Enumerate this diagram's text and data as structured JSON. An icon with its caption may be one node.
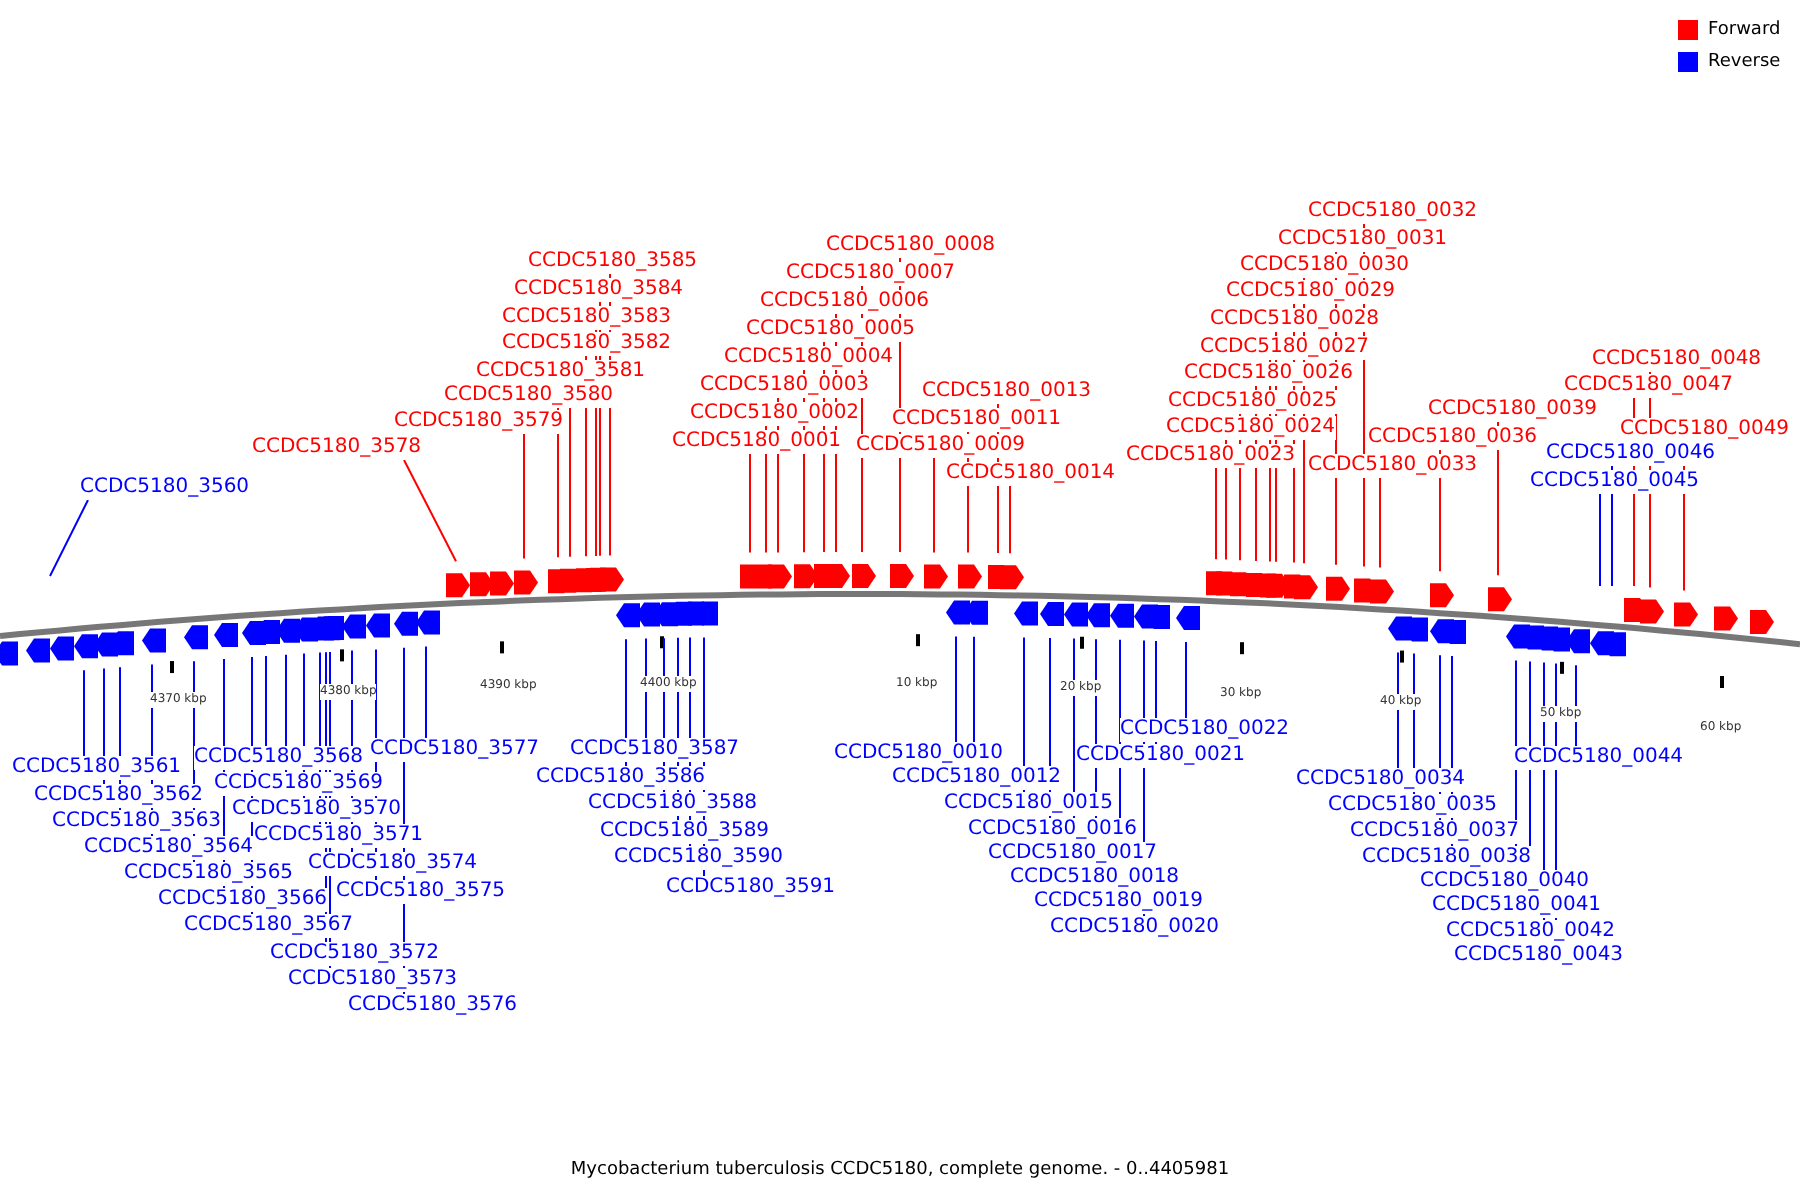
{
  "diagram": {
    "caption": "Mycobacterium tuberculosis CCDC5180, complete genome. - 0..4405981",
    "nodes": [
      {
        "text": [
          "CCDC5180_3560"
        ]
      },
      {
        "text": [
          "CCDC5180_3561"
        ]
      },
      {
        "text": [
          "CCDC5180_3562"
        ]
      },
      {
        "text": [
          "CCDC5180_3563"
        ]
      },
      {
        "text": [
          "CCDC5180_3564"
        ]
      },
      {
        "text": [
          "CCDC5180_3565"
        ]
      },
      {
        "text": [
          "CCDC5180_3566"
        ]
      },
      {
        "text": [
          "CCDC5180_3567"
        ]
      },
      {
        "text": [
          "CCDC5180_3568"
        ]
      },
      {
        "text": [
          "CCDC5180_3569"
        ]
      },
      {
        "text": [
          "CCDC5180_3570"
        ]
      },
      {
        "text": [
          "CCDC5180_3571"
        ]
      },
      {
        "text": [
          "CCDC5180_3572"
        ]
      },
      {
        "text": [
          "CCDC5180_3573"
        ]
      },
      {
        "text": [
          "CCDC5180_3574"
        ]
      },
      {
        "text": [
          "CCDC5180_3575"
        ]
      },
      {
        "text": [
          "CCDC5180_3576"
        ]
      },
      {
        "text": [
          "CCDC5180_3577"
        ]
      },
      {
        "text": [
          "CCDC5180_3578"
        ]
      },
      {
        "text": [
          "CCDC5180_3579"
        ]
      },
      {
        "text": [
          "CCDC5180_3580"
        ]
      },
      {
        "text": [
          "CCDC5180_3581"
        ]
      },
      {
        "text": [
          "CCDC5180_3582"
        ]
      },
      {
        "text": [
          "CCDC5180_3583"
        ]
      },
      {
        "text": [
          "CCDC5180_3584"
        ]
      },
      {
        "text": [
          "CCDC5180_3585"
        ]
      },
      {
        "text": [
          "CCDC5180_3586"
        ]
      },
      {
        "text": [
          "CCDC5180_3587"
        ]
      },
      {
        "text": [
          "CCDC5180_3588"
        ]
      },
      {
        "text": [
          "CCDC5180_3589"
        ]
      },
      {
        "text": [
          "CCDC5180_3590"
        ]
      },
      {
        "text": [
          "CCDC5180_3591"
        ]
      },
      {
        "text": [
          "CCDC5180_0001"
        ]
      },
      {
        "text": [
          "CCDC5180_0002"
        ]
      },
      {
        "text": [
          "CCDC5180_0003"
        ]
      },
      {
        "text": [
          "CCDC5180_0004"
        ]
      },
      {
        "text": [
          "CCDC5180_0005"
        ]
      },
      {
        "text": [
          "CCDC5180_0006"
        ]
      },
      {
        "text": [
          "CCDC5180_0007"
        ]
      },
      {
        "text": [
          "CCDC5180_0008"
        ]
      },
      {
        "text": [
          "CCDC5180_0009"
        ]
      },
      {
        "text": [
          "CCDC5180_0010"
        ]
      },
      {
        "text": [
          "CCDC5180_0011"
        ]
      },
      {
        "text": [
          "CCDC5180_0012"
        ]
      },
      {
        "text": [
          "CCDC5180_0013"
        ]
      },
      {
        "text": [
          "CCDC5180_0014"
        ]
      },
      {
        "text": [
          "CCDC5180_0015"
        ]
      },
      {
        "text": [
          "CCDC5180_0016"
        ]
      },
      {
        "text": [
          "CCDC5180_0017"
        ]
      },
      {
        "text": [
          "CCDC5180_0018"
        ]
      },
      {
        "text": [
          "CCDC5180_0019"
        ]
      },
      {
        "text": [
          "CCDC5180_0020"
        ]
      },
      {
        "text": [
          "CCDC5180_0021"
        ]
      },
      {
        "text": [
          "CCDC5180_0022"
        ]
      },
      {
        "text": [
          "CCDC5180_0023"
        ]
      },
      {
        "text": [
          "CCDC5180_0024"
        ]
      },
      {
        "text": [
          "CCDC5180_0025"
        ]
      },
      {
        "text": [
          "CCDC5180_0026"
        ]
      },
      {
        "text": [
          "CCDC5180_0027"
        ]
      },
      {
        "text": [
          "CCDC5180_0028"
        ]
      },
      {
        "text": [
          "CCDC5180_0029"
        ]
      },
      {
        "text": [
          "CCDC5180_0030"
        ]
      },
      {
        "text": [
          "CCDC5180_0031"
        ]
      },
      {
        "text": [
          "CCDC5180_0032"
        ]
      },
      {
        "text": [
          "CCDC5180_0033"
        ]
      },
      {
        "text": [
          "CCDC5180_0034"
        ]
      },
      {
        "text": [
          "CCDC5180_0035"
        ]
      },
      {
        "text": [
          "CCDC5180_0036"
        ]
      },
      {
        "text": [
          "CCDC5180_0037"
        ]
      },
      {
        "text": [
          "CCDC5180_0038"
        ]
      },
      {
        "text": [
          "CCDC5180_0039"
        ]
      },
      {
        "text": [
          "CCDC5180_0040"
        ]
      },
      {
        "text": [
          "CCDC5180_0041"
        ]
      },
      {
        "text": [
          "CCDC5180_0042"
        ]
      },
      {
        "text": [
          "CCDC5180_0043"
        ]
      },
      {
        "text": [
          "CCDC5180_0044"
        ]
      },
      {
        "text": [
          "CCDC5180_0045"
        ]
      },
      {
        "text": [
          "CCDC5180_0046"
        ]
      },
      {
        "text": [
          "CCDC5180_0047"
        ]
      },
      {
        "text": [
          "CCDC5180_0048"
        ]
      },
      {
        "text": [
          "CCDC5180_0049"
        ]
      }
    ],
    "edges": [
      {
        "from": 0,
        "to": null,
        "arrow": "none"
      },
      {
        "from": 1,
        "to": null,
        "arrow": "none"
      },
      {
        "from": 2,
        "to": null,
        "arrow": "none"
      },
      {
        "from": 3,
        "to": null,
        "arrow": "none"
      },
      {
        "from": 4,
        "to": null,
        "arrow": "none"
      },
      {
        "from": 5,
        "to": null,
        "arrow": "none"
      },
      {
        "from": 6,
        "to": null,
        "arrow": "none"
      },
      {
        "from": 7,
        "to": null,
        "arrow": "none"
      },
      {
        "from": 8,
        "to": null,
        "arrow": "none"
      },
      {
        "from": 9,
        "to": null,
        "arrow": "none"
      },
      {
        "from": 10,
        "to": null,
        "arrow": "none"
      },
      {
        "from": 11,
        "to": null,
        "arrow": "none"
      },
      {
        "from": 12,
        "to": null,
        "arrow": "none"
      },
      {
        "from": 13,
        "to": null,
        "arrow": "none"
      },
      {
        "from": 14,
        "to": null,
        "arrow": "none"
      },
      {
        "from": 15,
        "to": null,
        "arrow": "none"
      },
      {
        "from": 16,
        "to": null,
        "arrow": "none"
      },
      {
        "from": 17,
        "to": null,
        "arrow": "none"
      },
      {
        "from": 18,
        "to": null,
        "arrow": "none",
        "color": "#ff0000"
      },
      {
        "from": 19,
        "to": null,
        "arrow": "none",
        "color": "#ff0000"
      },
      {
        "from": 20,
        "to": null,
        "arrow": "none",
        "color": "#ff0000"
      },
      {
        "from": 21,
        "to": null,
        "arrow": "none",
        "color": "#ff0000"
      },
      {
        "from": 22,
        "to": null,
        "arrow": "none",
        "color": "#ff0000"
      },
      {
        "from": 23,
        "to": null,
        "arrow": "none",
        "color": "#ff0000"
      },
      {
        "from": 24,
        "to": null,
        "arrow": "none",
        "color": "#ff0000"
      },
      {
        "from": 25,
        "to": null,
        "arrow": "none",
        "color": "#ff0000"
      },
      {
        "from": 26,
        "to": null,
        "arrow": "none"
      },
      {
        "from": 27,
        "to": null,
        "arrow": "none"
      },
      {
        "from": 28,
        "to": null,
        "arrow": "none"
      },
      {
        "from": 29,
        "to": null,
        "arrow": "none"
      },
      {
        "from": 30,
        "to": null,
        "arrow": "none"
      },
      {
        "from": 31,
        "to": null,
        "arrow": "none"
      },
      {
        "from": 32,
        "to": null,
        "arrow": "none",
        "color": "#ff0000"
      },
      {
        "from": 33,
        "to": null,
        "arrow": "none",
        "color": "#ff0000"
      },
      {
        "from": 34,
        "to": null,
        "arrow": "none",
        "color": "#ff0000"
      },
      {
        "from": 35,
        "to": null,
        "arrow": "none",
        "color": "#ff0000"
      },
      {
        "from": 36,
        "to": null,
        "arrow": "none",
        "color": "#ff0000"
      },
      {
        "from": 37,
        "to": null,
        "arrow": "none",
        "color": "#ff0000"
      },
      {
        "from": 38,
        "to": null,
        "arrow": "none",
        "color": "#ff0000"
      },
      {
        "from": 39,
        "to": null,
        "arrow": "none",
        "color": "#ff0000"
      },
      {
        "from": 40,
        "to": null,
        "arrow": "none",
        "color": "#ff0000"
      },
      {
        "from": 41,
        "to": null,
        "arrow": "none"
      },
      {
        "from": 42,
        "to": null,
        "arrow": "none",
        "color": "#ff0000"
      },
      {
        "from": 43,
        "to": null,
        "arrow": "none"
      },
      {
        "from": 44,
        "to": null,
        "arrow": "none",
        "color": "#ff0000"
      },
      {
        "from": 45,
        "to": null,
        "arrow": "none",
        "color": "#ff0000"
      },
      {
        "from": 46,
        "to": null,
        "arrow": "none"
      },
      {
        "from": 47,
        "to": null,
        "arrow": "none"
      },
      {
        "from": 48,
        "to": null,
        "arrow": "none"
      },
      {
        "from": 49,
        "to": null,
        "arrow": "none"
      },
      {
        "from": 50,
        "to": null,
        "arrow": "none"
      },
      {
        "from": 51,
        "to": null,
        "arrow": "none"
      },
      {
        "from": 52,
        "to": null,
        "arrow": "none"
      },
      {
        "from": 53,
        "to": null,
        "arrow": "none"
      },
      {
        "from": 54,
        "to": null,
        "arrow": "none",
        "color": "#ff0000"
      },
      {
        "from": 55,
        "to": null,
        "arrow": "none",
        "color": "#ff0000"
      },
      {
        "from": 56,
        "to": null,
        "arrow": "none",
        "color": "#ff0000"
      },
      {
        "from": 57,
        "to": null,
        "arrow": "none",
        "color": "#ff0000"
      },
      {
        "from": 58,
        "to": null,
        "arrow": "none",
        "color": "#ff0000"
      },
      {
        "from": 59,
        "to": null,
        "arrow": "none",
        "color": "#ff0000"
      },
      {
        "from": 60,
        "to": null,
        "arrow": "none",
        "color": "#ff0000"
      },
      {
        "from": 61,
        "to": null,
        "arrow": "none",
        "color": "#ff0000"
      },
      {
        "from": 62,
        "to": null,
        "arrow": "none",
        "color": "#ff0000"
      },
      {
        "from": 63,
        "to": null,
        "arrow": "none",
        "color": "#ff0000"
      },
      {
        "from": 64,
        "to": null,
        "arrow": "none",
        "color": "#ff0000"
      },
      {
        "from": 65,
        "to": null,
        "arrow": "none"
      },
      {
        "from": 66,
        "to": null,
        "arrow": "none"
      },
      {
        "from": 67,
        "to": null,
        "arrow": "none",
        "color": "#ff0000"
      },
      {
        "from": 68,
        "to": null,
        "arrow": "none"
      },
      {
        "from": 69,
        "to": null,
        "arrow": "none"
      },
      {
        "from": 70,
        "to": null,
        "arrow": "none",
        "color": "#ff0000"
      },
      {
        "from": 71,
        "to": null,
        "arrow": "none"
      },
      {
        "from": 72,
        "to": null,
        "arrow": "none"
      },
      {
        "from": 73,
        "to": null,
        "arrow": "none"
      },
      {
        "from": 74,
        "to": null,
        "arrow": "none"
      },
      {
        "from": 75,
        "to": null,
        "arrow": "none"
      },
      {
        "from": 76,
        "to": null,
        "arrow": "none"
      },
      {
        "from": 77,
        "to": null,
        "arrow": "none"
      },
      {
        "from": 78,
        "to": null,
        "arrow": "none",
        "color": "#ff0000"
      },
      {
        "from": 79,
        "to": null,
        "arrow": "none",
        "color": "#ff0000"
      },
      {
        "from": 80,
        "to": null,
        "arrow": "none",
        "color": "#ff0000"
      }
    ],
    "labels": [
      "4370 kbp",
      "4380 kbp",
      "4390 kbp",
      "4400 kbp",
      "10 kbp",
      "20 kbp",
      "30 kbp",
      "40 kbp",
      "50 kbp",
      "60 kbp"
    ],
    "legend": [
      {
        "text": "Forward",
        "color": "#ff0000"
      },
      {
        "text": "Reverse",
        "color": "#0000ff"
      }
    ]
  }
}
